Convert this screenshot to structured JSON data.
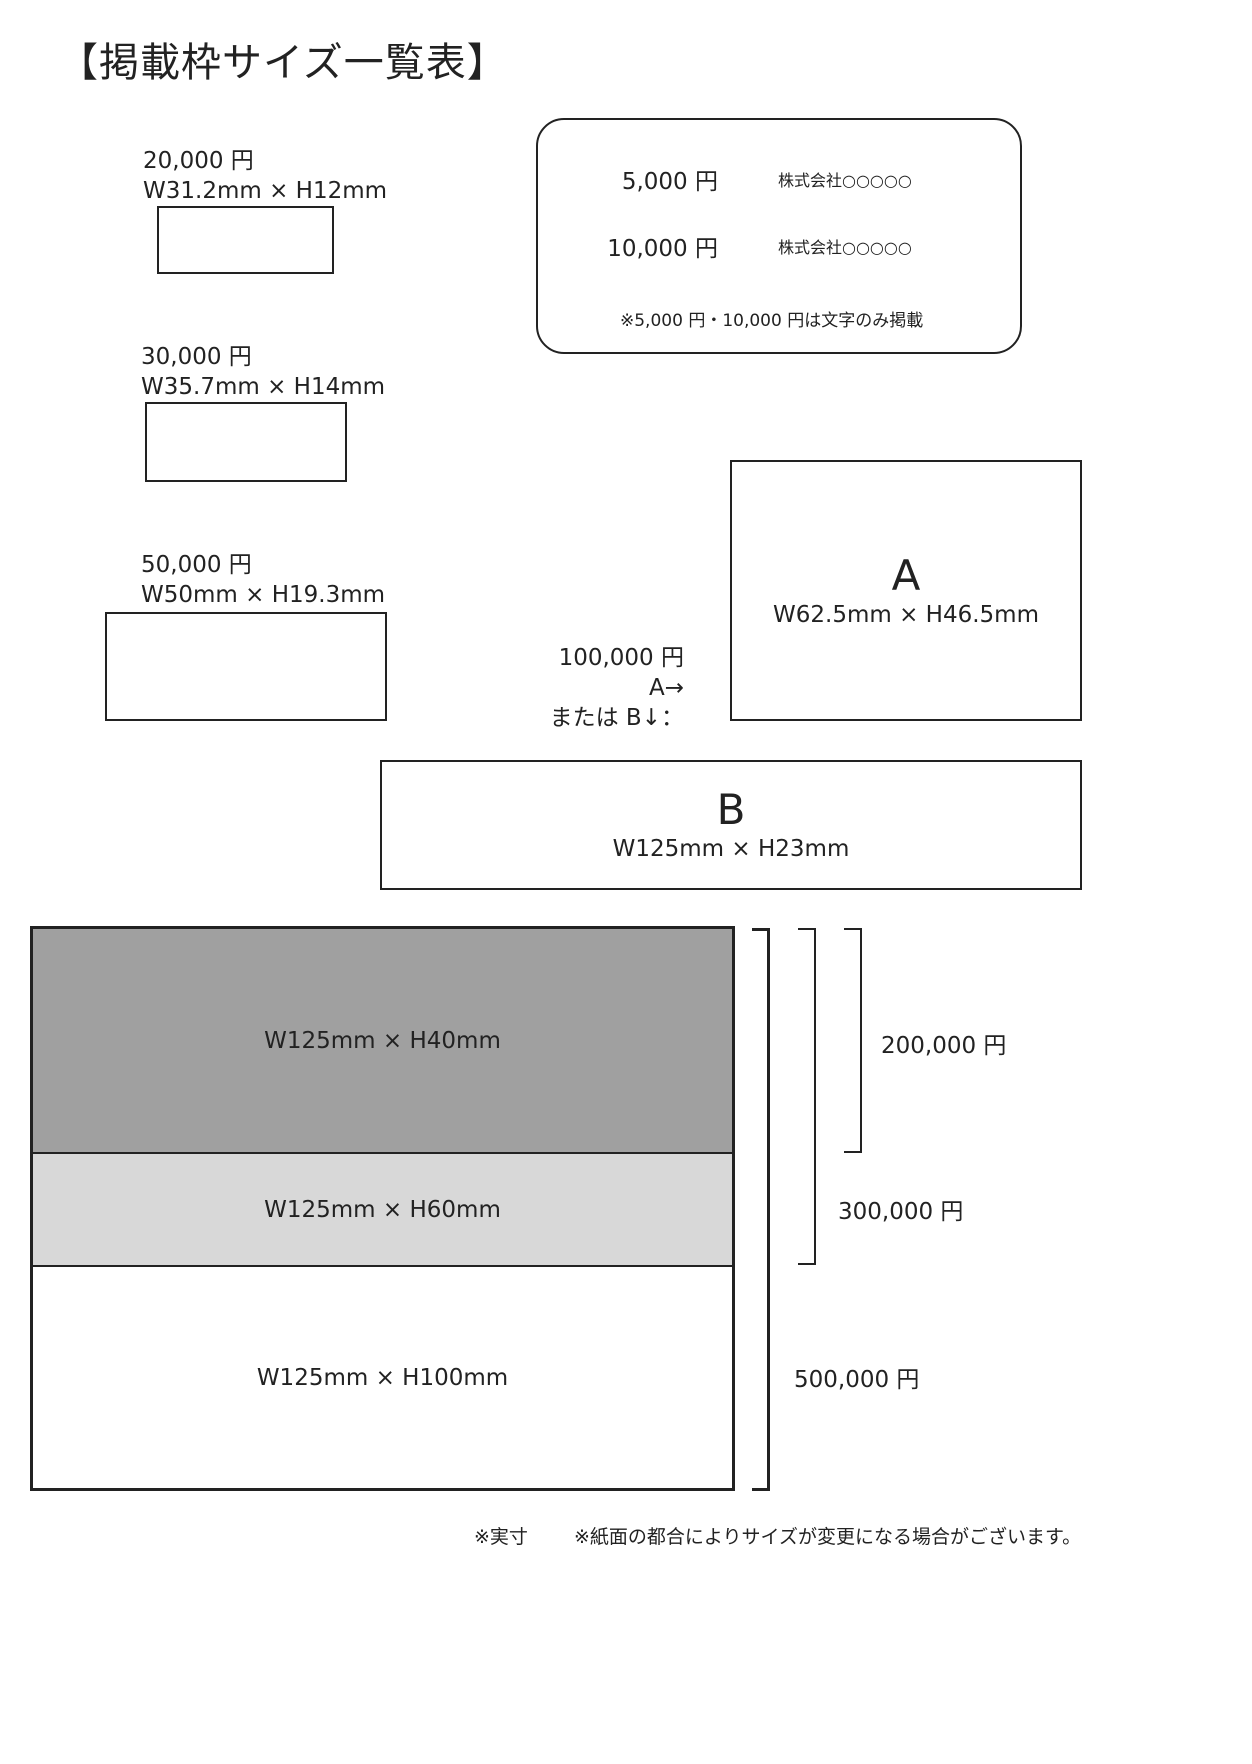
{
  "title": "【掲載枠サイズ一覧表】",
  "small_ads": [
    {
      "price": "20,000 円",
      "size": "W31.2mm × H12mm"
    },
    {
      "price": "30,000 円",
      "size": "W35.7mm × H14mm"
    },
    {
      "price": "50,000 円",
      "size": "W50mm × H19.3mm"
    }
  ],
  "text_box": {
    "rows": [
      {
        "price": "5,000 円",
        "company": "株式会社○○○○○"
      },
      {
        "price": "10,000 円",
        "company": "株式会社○○○○○"
      }
    ],
    "note": "※5,000 円・10,000 円は文字のみ掲載"
  },
  "option_100k": {
    "price": "100,000 円",
    "a_pointer": "A→",
    "b_pointer": "または B↓：",
    "a": {
      "letter": "A",
      "size": "W62.5mm × H46.5mm"
    },
    "b": {
      "letter": "B",
      "size": "W125mm × H23mm"
    }
  },
  "stacked": {
    "blocks": [
      {
        "size": "W125mm × H40mm",
        "fill": "#a0a0a0"
      },
      {
        "size": "W125mm × H60mm",
        "fill": "#d8d8d8"
      },
      {
        "size": "W125mm × H100mm",
        "fill": "#ffffff"
      }
    ],
    "prices": [
      "200,000 円",
      "300,000 円",
      "500,000 円"
    ]
  },
  "footer": {
    "actual_size": "※実寸",
    "notice": "※紙面の都合によりサイズが変更になる場合がございます。"
  }
}
